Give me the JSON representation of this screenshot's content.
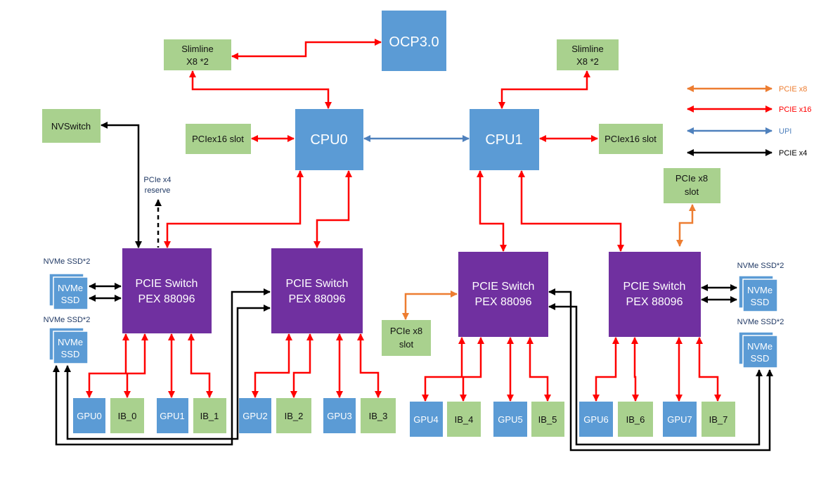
{
  "colors": {
    "green": "#a9d18e",
    "blue": "#5b9bd5",
    "purple": "#7030a0",
    "pcie_x8": "#ed7d31",
    "pcie_x16": "#ff0000",
    "upi": "#4f81bd",
    "pcie_x4": "#000000"
  },
  "nodes": {
    "ocp": "OCP3.0",
    "slimline_left": [
      "Slimline",
      "X8 *2"
    ],
    "slimline_right": [
      "Slimline",
      "X8 *2"
    ],
    "cpu0": "CPU0",
    "cpu1": "CPU1",
    "pciex16_left": "PCIex16 slot",
    "pciex16_right": "PCIex16 slot",
    "nvswitch": "NVSwitch",
    "pcie_x4_reserve": [
      "PCIe x4",
      "reserve"
    ],
    "pcie_x8_slot_top": [
      "PCIe x8",
      "slot"
    ],
    "pcie_x8_slot_mid": [
      "PCIe x8",
      "slot"
    ],
    "switches": [
      {
        "line1": "PCIE Switch",
        "line2": "PEX 88096"
      },
      {
        "line1": "PCIE Switch",
        "line2": "PEX 88096"
      },
      {
        "line1": "PCIE Switch",
        "line2": "PEX 88096"
      },
      {
        "line1": "PCIE Switch",
        "line2": "PEX 88096"
      }
    ],
    "nvme_caption": "NVMe SSD*2",
    "nvme_text": [
      "NVMe",
      "SSD"
    ],
    "gpus": [
      "GPU0",
      "GPU1",
      "GPU2",
      "GPU3",
      "GPU4",
      "GPU5",
      "GPU6",
      "GPU7"
    ],
    "ibs": [
      "IB_0",
      "IB_1",
      "IB_2",
      "IB_3",
      "IB_4",
      "IB_5",
      "IB_6",
      "IB_7"
    ]
  },
  "legend": [
    {
      "label": "PCIE x8",
      "color": "#ed7d31"
    },
    {
      "label": "PCIE x16",
      "color": "#ff0000"
    },
    {
      "label": "UPI",
      "color": "#4f81bd"
    },
    {
      "label": "PCIE x4",
      "color": "#000000"
    }
  ]
}
